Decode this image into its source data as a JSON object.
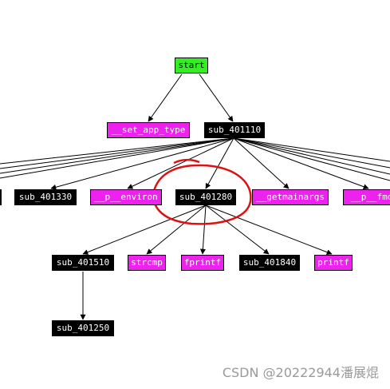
{
  "graph": {
    "nodes": {
      "start": "start",
      "set_app_type": "__set_app_type",
      "sub_401110": "sub_401110",
      "sub_401330": "sub_401330",
      "p_environ": "__p__environ",
      "sub_401280": "sub_401280",
      "getmainargs": "__getmainargs",
      "p_fmode": "__p__fmo",
      "sub_401510": "sub_401510",
      "strcmp": "strcmp",
      "fprintf": "fprintf",
      "sub_401840": "sub_401840",
      "printf": "printf",
      "sub_401250": "sub_401250"
    },
    "edges": [
      [
        "start",
        "set_app_type"
      ],
      [
        "start",
        "sub_401110"
      ],
      [
        "sub_401110",
        "sub_401330"
      ],
      [
        "sub_401110",
        "p_environ"
      ],
      [
        "sub_401110",
        "sub_401280"
      ],
      [
        "sub_401110",
        "getmainargs"
      ],
      [
        "sub_401110",
        "p_fmode"
      ],
      [
        "sub_401280",
        "sub_401510"
      ],
      [
        "sub_401280",
        "strcmp"
      ],
      [
        "sub_401280",
        "fprintf"
      ],
      [
        "sub_401280",
        "sub_401840"
      ],
      [
        "sub_401280",
        "printf"
      ],
      [
        "sub_401510",
        "sub_401250"
      ]
    ],
    "node_colors": {
      "green": "#33ee22",
      "magenta": "#ee22ee",
      "black": "#000000"
    },
    "highlight": {
      "target": "sub_401280",
      "color": "#e01010"
    }
  },
  "watermark": "CSDN @20222944潘展焜"
}
